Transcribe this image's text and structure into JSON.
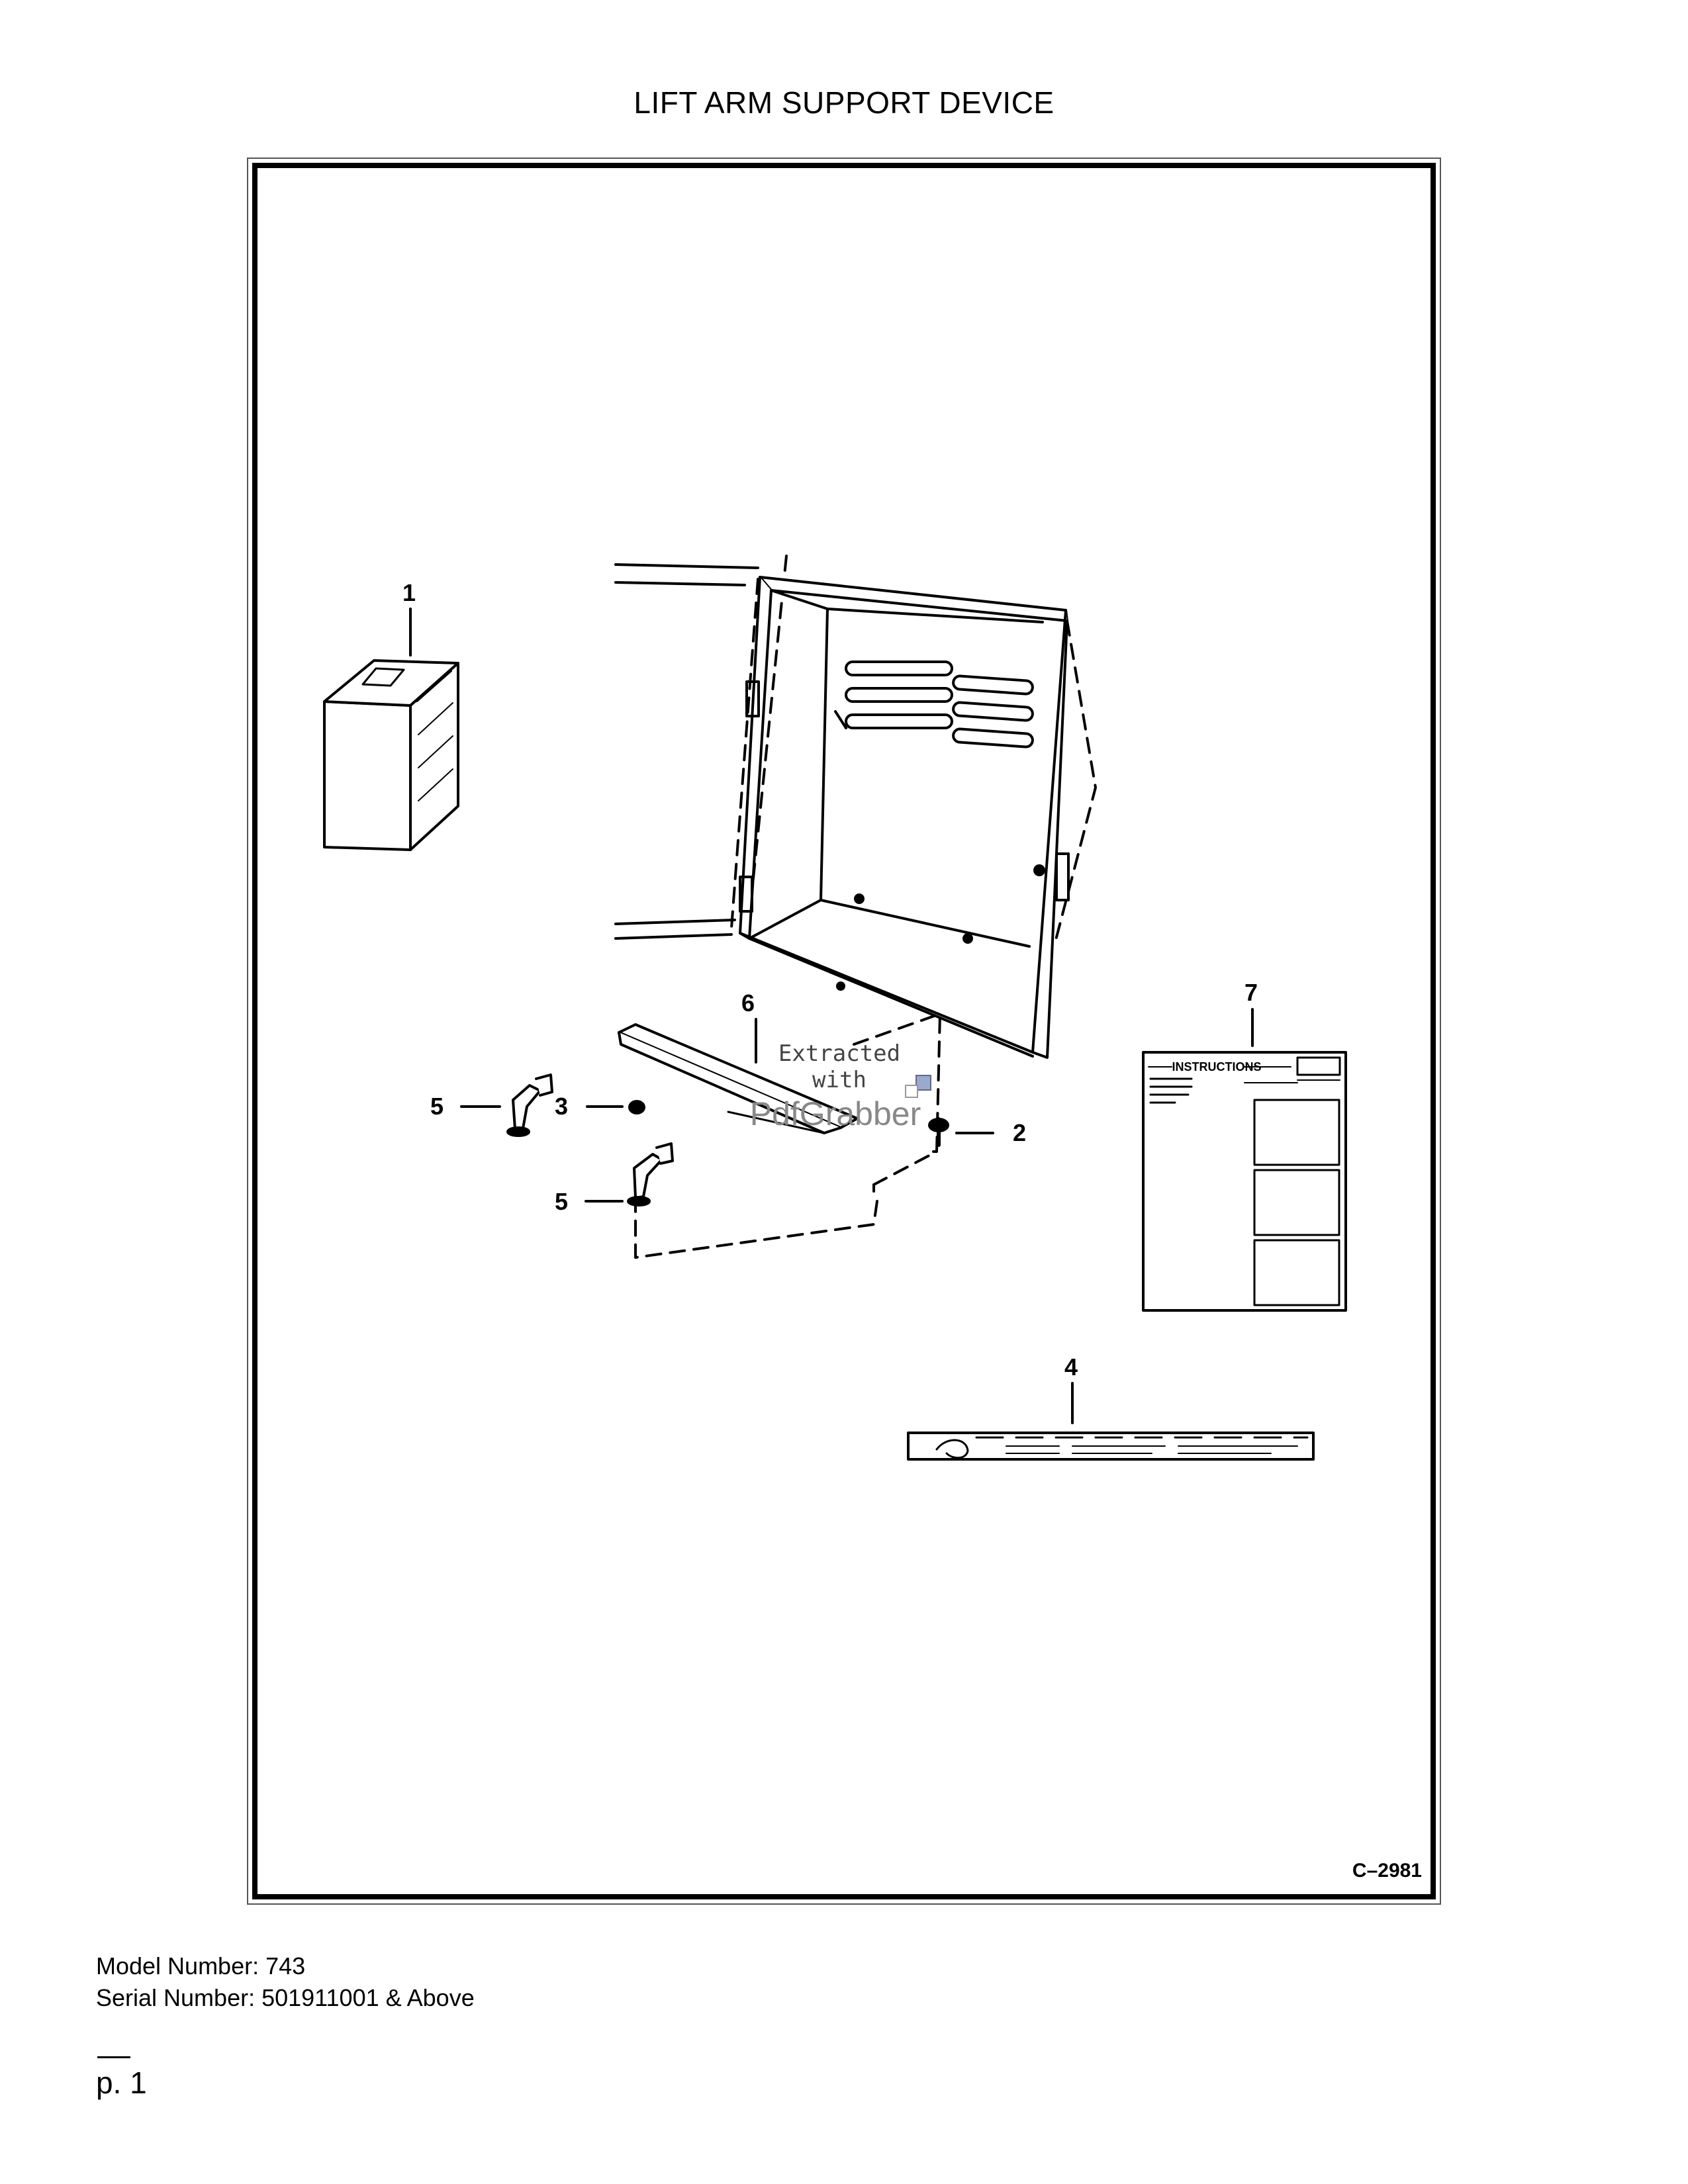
{
  "page": {
    "title": "LIFT ARM SUPPORT DEVICE",
    "figure_code": "C–2981",
    "model_line": "Model Number: 743",
    "serial_line": "Serial Number: 501911001 & Above",
    "page_number": "p. 1"
  },
  "callouts": {
    "c1": "1",
    "c2": "2",
    "c3": "3",
    "c4": "4",
    "c5a": "5",
    "c5b": "5",
    "c6": "6",
    "c7": "7"
  },
  "decal": {
    "heading": "INSTRUCTIONS"
  },
  "watermark": {
    "line1": "Extracted",
    "line2": "with",
    "brand": "PdfGrabber"
  }
}
